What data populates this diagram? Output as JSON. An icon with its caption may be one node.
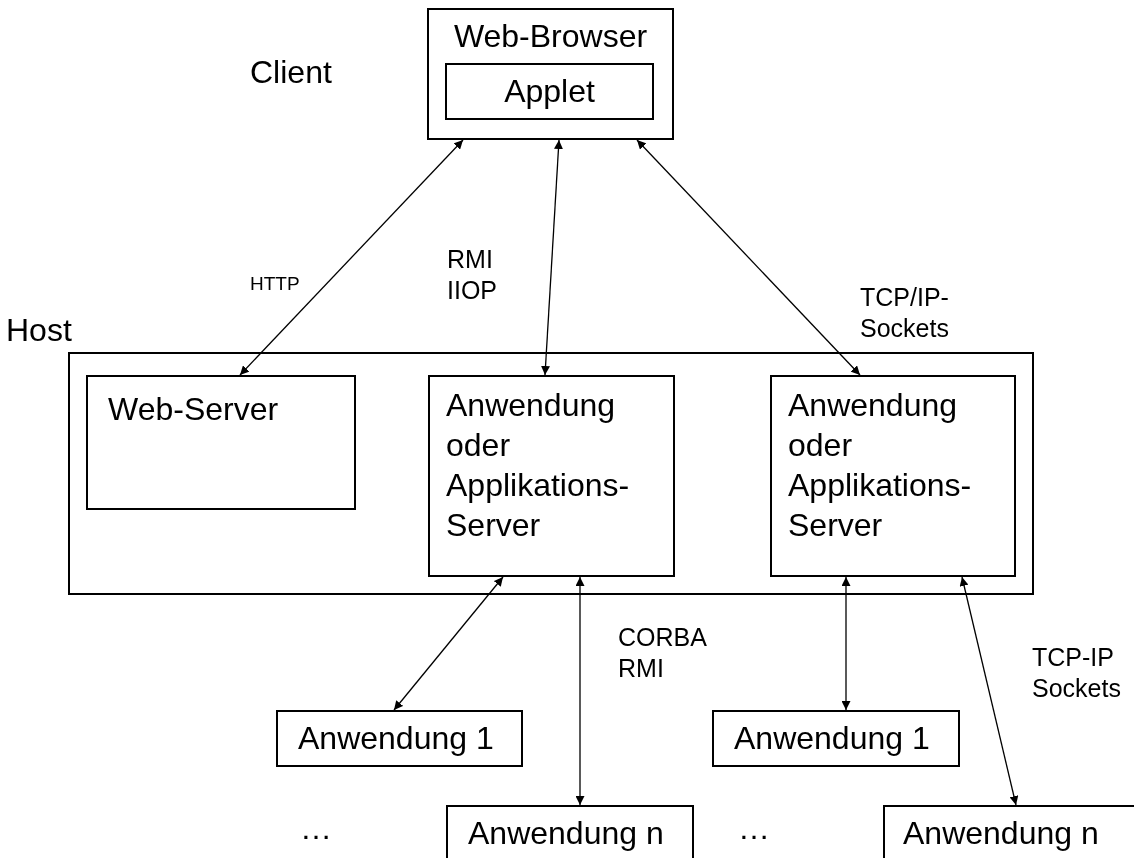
{
  "diagram": {
    "nodes": [
      {
        "text": [
          "Web-Browser"
        ]
      },
      {
        "text": [
          "Applet"
        ],
        "in": 0
      },
      {
        "text": [
          "Host"
        ]
      },
      {
        "text": [
          "Web-Server"
        ],
        "in": 2
      },
      {
        "text": [
          "Anwendung oder Applikations-Server"
        ],
        "in": 2
      },
      {
        "text": [
          "Anwendung oder Applikations-Server"
        ],
        "in": 2
      },
      {
        "text": [
          "Anwendung 1"
        ]
      },
      {
        "text": [
          "Anwendung n"
        ]
      },
      {
        "text": [
          "Anwendung 1"
        ]
      },
      {
        "text": [
          "Anwendung n"
        ]
      }
    ],
    "edges": [
      {
        "from": 0,
        "to": 3,
        "arrow": "both",
        "label": "HTTP"
      },
      {
        "from": 0,
        "to": 4,
        "arrow": "both",
        "label": "RMI IIOP"
      },
      {
        "from": 0,
        "to": 5,
        "arrow": "both",
        "label": "TCP/IP- Sockets"
      },
      {
        "from": 4,
        "to": 6,
        "arrow": "both"
      },
      {
        "from": 4,
        "to": 7,
        "arrow": "both",
        "label": "CORBA RMI"
      },
      {
        "from": 5,
        "to": 8,
        "arrow": "both"
      },
      {
        "from": 5,
        "to": 9,
        "arrow": "both",
        "label": "TCP-IP Sockets"
      }
    ],
    "labels": [
      "Client",
      "…",
      "…"
    ]
  }
}
